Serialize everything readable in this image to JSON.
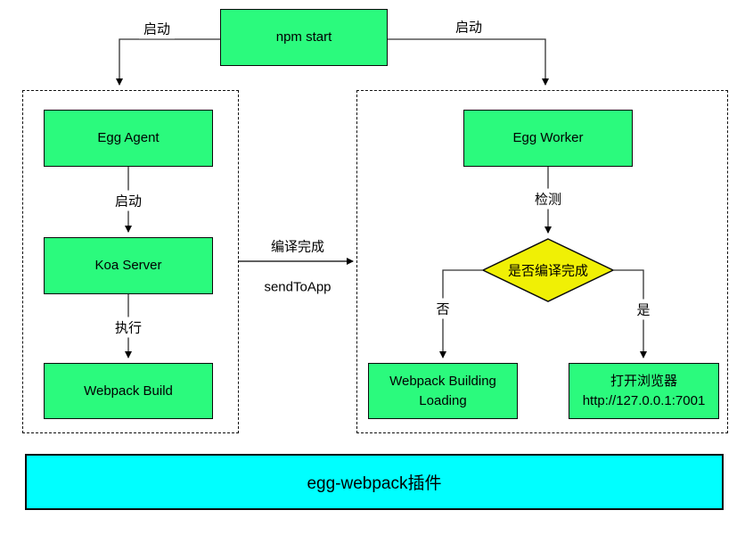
{
  "diagram": {
    "nodes": {
      "npm_start": {
        "label": "npm start"
      },
      "egg_agent": {
        "label": "Egg Agent"
      },
      "koa_server": {
        "label": "Koa Server"
      },
      "webpack_build": {
        "label": "Webpack Build"
      },
      "egg_worker": {
        "label": "Egg Worker"
      },
      "decision": {
        "label": "是否编译完成"
      },
      "webpack_building_loading": {
        "line1": "Webpack Building",
        "line2": "Loading"
      },
      "open_browser": {
        "line1": "打开浏览器",
        "line2": "http://127.0.0.1:7001"
      },
      "plugin_bar": {
        "label": "egg-webpack插件"
      }
    },
    "edge_labels": {
      "start_left": "启动",
      "start_right": "启动",
      "agent_to_koa": "启动",
      "koa_to_webpack": "执行",
      "compile_done": "编译完成",
      "send_to_app": "sendToApp",
      "worker_check": "检测",
      "branch_no": "否",
      "branch_yes": "是"
    },
    "colors": {
      "node_green": "#2bfa7d",
      "decision_yellow": "#f0f005",
      "plugin_cyan": "#00ffff"
    }
  }
}
